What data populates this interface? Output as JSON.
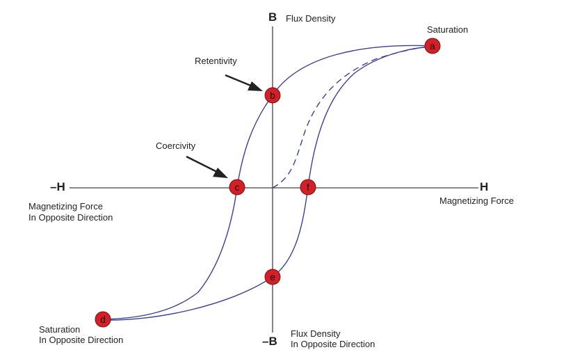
{
  "axes": {
    "h_pos": "H",
    "h_pos_desc": "Magnetizing Force",
    "h_neg": "–H",
    "h_neg_desc_1": "Magnetizing Force",
    "h_neg_desc_2": "In Opposite Direction",
    "b_pos": "B",
    "b_pos_desc": "Flux Density",
    "b_neg": "–B",
    "b_neg_desc_1": "Flux Density",
    "b_neg_desc_2": "In Opposite Direction"
  },
  "annotations": {
    "saturation": "Saturation",
    "retentivity": "Retentivity",
    "coercivity": "Coercivity",
    "saturation_opposite_1": "Saturation",
    "saturation_opposite_2": "In Opposite Direction"
  },
  "points": {
    "a": "a",
    "b": "b",
    "c": "c",
    "d": "d",
    "e": "e",
    "f": "f"
  },
  "colors": {
    "curve": "#3a3f9a",
    "point_fill": "#d41f26",
    "axis": "#444444"
  }
}
